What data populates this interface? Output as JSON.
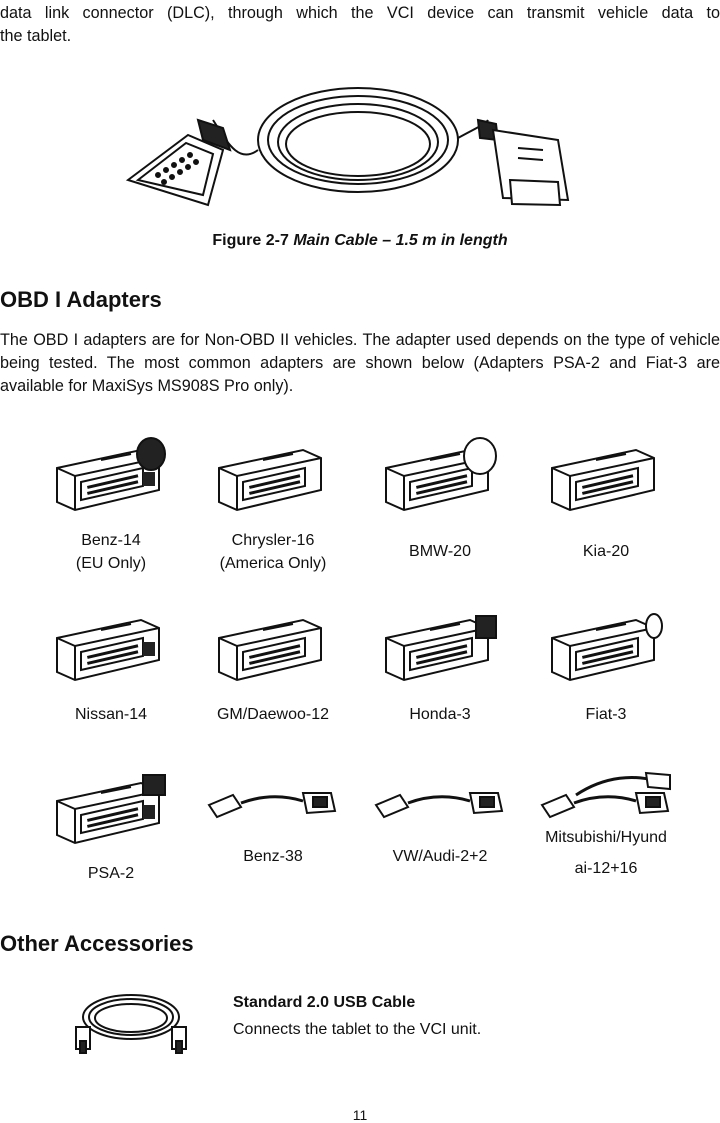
{
  "intro": {
    "line1": "data link connector (DLC), through which the VCI device can transmit vehicle data to",
    "line2": "the tablet."
  },
  "figure": {
    "caption_prefix": "Figure 2-7",
    "caption_title": "Main Cable – 1.5 m in length"
  },
  "obd1": {
    "heading": "OBD I Adapters",
    "paragraph": "The OBD I adapters are for Non-OBD II vehicles. The adapter used depends on the type of vehicle being tested. The most common adapters are shown below (Adapters PSA-2 and Fiat-3 are available for MaxiSys MS908S Pro only).",
    "adapters": [
      {
        "line1": "Benz-14",
        "line2": "(EU Only)"
      },
      {
        "line1": "Chrysler-16",
        "line2": "(America Only)"
      },
      {
        "line1": "BMW-20",
        "line2": ""
      },
      {
        "line1": "Kia-20",
        "line2": ""
      },
      {
        "line1": "Nissan-14",
        "line2": ""
      },
      {
        "line1": "GM/Daewoo-12",
        "line2": ""
      },
      {
        "line1": "Honda-3",
        "line2": ""
      },
      {
        "line1": "Fiat-3",
        "line2": ""
      },
      {
        "line1": "PSA-2",
        "line2": ""
      },
      {
        "line1": "Benz-38",
        "line2": ""
      },
      {
        "line1": "VW/Audi-2+2",
        "line2": ""
      },
      {
        "line1": "Mitsubishi/Hyund",
        "line2": "ai-12+16"
      }
    ]
  },
  "accessories": {
    "heading": "Other Accessories",
    "usb_title": "Standard 2.0 USB Cable",
    "usb_desc": "Connects the tablet to the VCI unit."
  },
  "page_number": "11"
}
